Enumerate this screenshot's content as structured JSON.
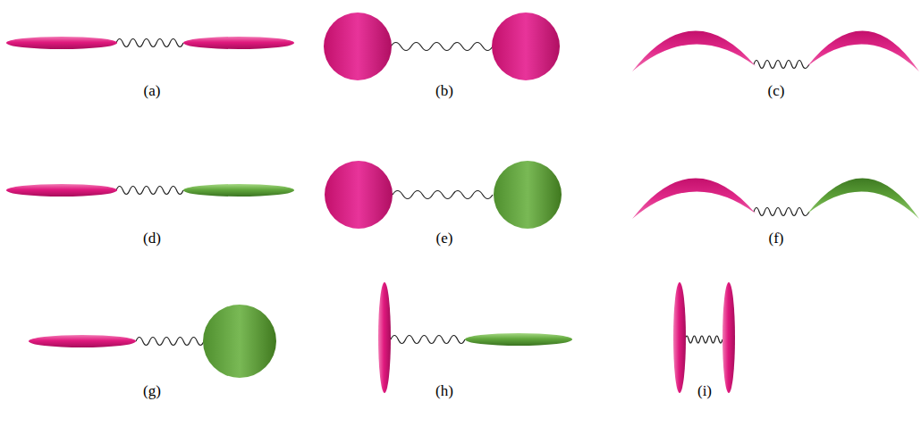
{
  "diagram": {
    "labels": [
      "(a)",
      "(b)",
      "(c)",
      "(d)",
      "(e)",
      "(f)",
      "(g)",
      "(h)",
      "(i)"
    ]
  }
}
